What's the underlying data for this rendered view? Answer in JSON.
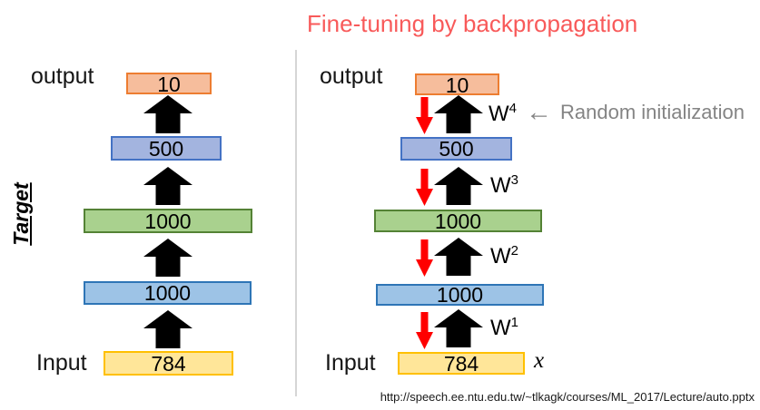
{
  "title": {
    "text": "Fine-tuning by backpropagation"
  },
  "footer": {
    "source_url": "http://speech.ee.ntu.edu.tw/~tlkagk/courses/ML_2017/Lecture/auto.pptx"
  },
  "palette": {
    "title_red": "#F85A5A",
    "annotation_gray": "#848484",
    "black_arrow": "#000000",
    "red_arrow": "#FF0000",
    "divider_gray": "#D6D6D6",
    "layer_colors": [
      {
        "name": "output-10",
        "fill": "#F6BD9C",
        "border": "#ED7D31"
      },
      {
        "name": "hidden-500",
        "fill": "#A3B4DF",
        "border": "#4472C4"
      },
      {
        "name": "hidden-1000-green",
        "fill": "#A9D18E",
        "border": "#548235"
      },
      {
        "name": "hidden-1000-blue",
        "fill": "#9DC3E6",
        "border": "#2E75B6"
      },
      {
        "name": "input-784",
        "fill": "#FFE699",
        "border": "#FFC000"
      }
    ]
  },
  "left_diagram": {
    "side_label": "Target",
    "output_label": "output",
    "input_label": "Input",
    "layers": [
      {
        "name": "output-layer",
        "units": "10"
      },
      {
        "name": "hidden-layer-3",
        "units": "500"
      },
      {
        "name": "hidden-layer-2",
        "units": "1000"
      },
      {
        "name": "hidden-layer-1",
        "units": "1000"
      },
      {
        "name": "input-layer",
        "units": "784"
      }
    ]
  },
  "right_diagram": {
    "output_label": "output",
    "input_label": "Input",
    "input_symbol": "x",
    "annotation": {
      "arrow": "←",
      "text": "Random initialization"
    },
    "layers": [
      {
        "name": "output-layer",
        "units": "10"
      },
      {
        "name": "hidden-layer-3",
        "units": "500"
      },
      {
        "name": "hidden-layer-2",
        "units": "1000"
      },
      {
        "name": "hidden-layer-1",
        "units": "1000"
      },
      {
        "name": "input-layer",
        "units": "784"
      }
    ],
    "weights": [
      {
        "base": "W",
        "sup": "4"
      },
      {
        "base": "W",
        "sup": "3"
      },
      {
        "base": "W",
        "sup": "2"
      },
      {
        "base": "W",
        "sup": "1"
      }
    ]
  }
}
